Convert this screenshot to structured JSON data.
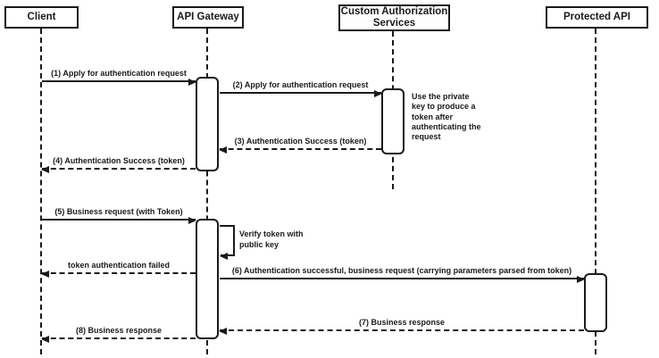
{
  "diagram": {
    "type": "uml-sequence",
    "colors": {
      "line": "#1a1a1a",
      "background": "#ffffff",
      "shape_fill": "#ffffff"
    },
    "actors": [
      {
        "id": "client",
        "label": "Client"
      },
      {
        "id": "api-gateway",
        "label": "API Gateway"
      },
      {
        "id": "custom-auth-services",
        "label": "Custom Authorization Services"
      },
      {
        "id": "protected-api",
        "label": "Protected API"
      }
    ],
    "messages": [
      {
        "label": "(1) Apply for authentication request",
        "from": "Client",
        "to": "API Gateway",
        "style": "solid"
      },
      {
        "label": "(2) Apply for authentication request",
        "from": "API Gateway",
        "to": "Custom Authorization Services",
        "style": "solid"
      },
      {
        "label": "(3) Authentication Success (token)",
        "from": "Custom Authorization Services",
        "to": "API Gateway",
        "style": "dashed"
      },
      {
        "label": "(4) Authentication Success (token)",
        "from": "API Gateway",
        "to": "Client",
        "style": "dashed"
      },
      {
        "label": "(5) Business request (with Token)",
        "from": "Client",
        "to": "API Gateway",
        "style": "solid"
      },
      {
        "label": "Verify token with public key",
        "from": "API Gateway",
        "to": "API Gateway",
        "style": "self"
      },
      {
        "label": "token authentication failed",
        "from": "API Gateway",
        "to": "Client",
        "style": "dashed"
      },
      {
        "label": "(6) Authentication successful, business request (carrying parameters parsed from token)",
        "from": "API Gateway",
        "to": "Protected API",
        "style": "solid"
      },
      {
        "label": "(7) Business response",
        "from": "Protected API",
        "to": "API Gateway",
        "style": "dashed"
      },
      {
        "label": "(8) Business response",
        "from": "API Gateway",
        "to": "Client",
        "style": "dashed"
      }
    ],
    "notes": [
      {
        "label": "Use the private key to produce a token after authenticating the request",
        "attached_to": "Custom Authorization Services"
      }
    ]
  }
}
